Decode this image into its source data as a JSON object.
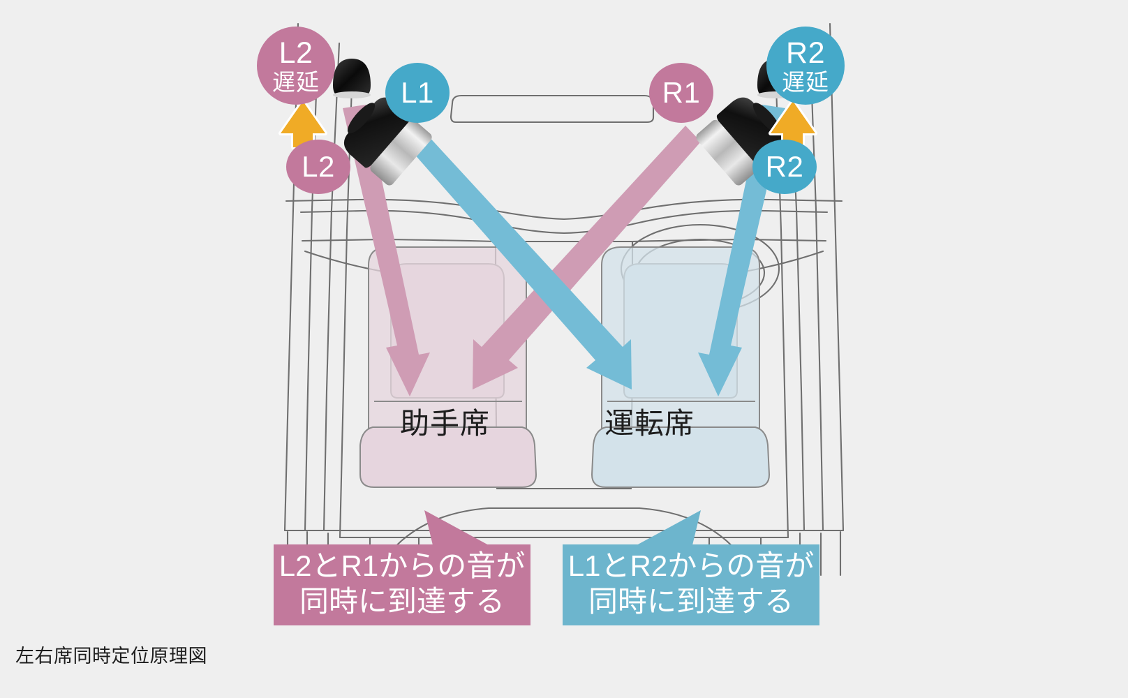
{
  "figure": {
    "caption": "左右席同時定位原理図",
    "background_color": "#efefef",
    "pink_color": "#c2799c",
    "blue_color": "#45a9c9",
    "callout_blue_color": "#6db5cd",
    "arrow_pink_color": "#cf9cb4",
    "arrow_blue_color": "#74bcd6",
    "delay_arrow_color": "#f0ab26"
  },
  "badges": [
    {
      "id": "l2-delay",
      "main": "L2",
      "sub": "遅延",
      "color": "pink"
    },
    {
      "id": "l2",
      "main": "L2",
      "sub": "",
      "color": "pink"
    },
    {
      "id": "l1",
      "main": "L1",
      "sub": "",
      "color": "blue"
    },
    {
      "id": "r1",
      "main": "R1",
      "sub": "",
      "color": "pink"
    },
    {
      "id": "r2-delay",
      "main": "R2",
      "sub": "遅延",
      "color": "blue"
    },
    {
      "id": "r2",
      "main": "R2",
      "sub": "",
      "color": "blue"
    }
  ],
  "seats": {
    "passenger": "助手席",
    "driver": "運転席"
  },
  "callouts": {
    "left": {
      "line1": "L2とR1からの音が",
      "line2": "同時に到達する"
    },
    "right": {
      "line1": "L1とR2からの音が",
      "line2": "同時に到達する"
    }
  },
  "speakers": [
    {
      "id": "left-tweeter-dome",
      "label": "left dome tweeter"
    },
    {
      "id": "left-main-speaker",
      "label": "left main speaker"
    },
    {
      "id": "right-tweeter-dome",
      "label": "right dome tweeter"
    },
    {
      "id": "right-main-speaker",
      "label": "right main speaker"
    }
  ],
  "sound_paths": [
    {
      "id": "l2-to-passenger",
      "from": "L2",
      "to": "助手席",
      "color": "pink"
    },
    {
      "id": "r1-to-passenger",
      "from": "R1",
      "to": "助手席",
      "color": "pink"
    },
    {
      "id": "l1-to-driver",
      "from": "L1",
      "to": "運転席",
      "color": "blue"
    },
    {
      "id": "r2-to-driver",
      "from": "R2",
      "to": "運転席",
      "color": "blue"
    }
  ]
}
